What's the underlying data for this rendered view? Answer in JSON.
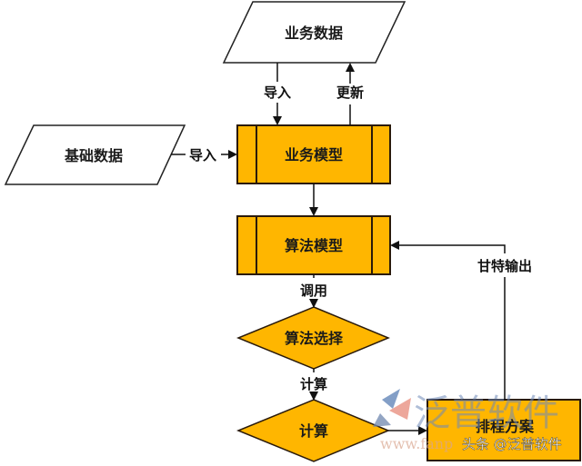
{
  "diagram": {
    "colors": {
      "process_fill": "#FFB600",
      "stroke": "#2a1a0a",
      "data_fill": "#ffffff",
      "edge": "#111111"
    },
    "nodes": {
      "business_data": "业务数据",
      "basic_data": "基础数据",
      "business_model": "业务模型",
      "algorithm_model": "算法模型",
      "algorithm_select": "算法选择",
      "compute": "计算",
      "schedule_plan": "排程方案"
    },
    "edges": {
      "import_top": "导入",
      "update": "更新",
      "import_left": "导入",
      "call": "调用",
      "compute_label": "计算",
      "gantt_output": "甘特输出"
    }
  },
  "watermark": {
    "brand": "泛普软件",
    "url_fragment": "www.fanp",
    "credit": "头条 @泛普软件"
  }
}
